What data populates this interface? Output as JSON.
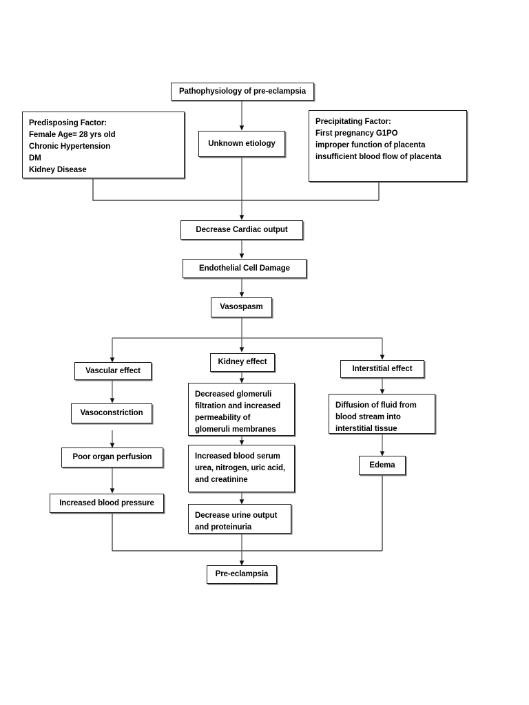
{
  "diagram": {
    "title": "Pathophysiology of pre-eclampsia",
    "type": "flowchart",
    "orientation": "top-to-bottom",
    "style": {
      "background": "#ffffff",
      "box_border": "#1a1a1a",
      "box_fill": "#ffffff",
      "connector": "#555555",
      "text": "#000000"
    }
  },
  "nodes": {
    "title_box": {
      "label": "Pathophysiology of pre-eclampsia"
    },
    "predisposing": {
      "label": "Predisposing Factor:\nFemale Age= 28 yrs old\nChronic Hypertension\nDM\nKidney Disease"
    },
    "precipitating": {
      "label": "Precipitating Factor:\nFirst pregnancy G1PO\nimproper function of placenta\ninsufficient blood flow of placenta"
    },
    "unknown_etiology": {
      "label": "Unknown etiology"
    },
    "decrease_cardiac_output": {
      "label": "Decrease Cardiac output"
    },
    "endothelial_cell_damage": {
      "label": "Endothelial Cell Damage"
    },
    "vasospasm": {
      "label": "Vasospasm"
    },
    "vascular_effect": {
      "label": "Vascular effect"
    },
    "vasoconstriction": {
      "label": "Vasoconstriction"
    },
    "poor_organ_perfusion": {
      "label": "Poor organ perfusion"
    },
    "increased_blood_pressure": {
      "label": "Increased blood pressure"
    },
    "kidney_effect": {
      "label": "Kidney effect"
    },
    "decreased_glomeruli": {
      "label": "Decreased glomeruli\nfiltration and increased\npermeability of\nglomeruli membranes"
    },
    "increased_blood_serum": {
      "label": "Increased blood serum\nurea, nitrogen, uric acid,\nand creatinine"
    },
    "decrease_urine_output": {
      "label": "Decrease urine output\nand proteinuria"
    },
    "interstitial_effect": {
      "label": "Interstitial effect"
    },
    "diffusion_of_fluid": {
      "label": "Diffusion of fluid from\nblood stream into\ninterstitial tissue"
    },
    "edema": {
      "label": "Edema"
    },
    "pre_eclampsia": {
      "label": "Pre-eclampsia"
    }
  },
  "edges": [
    {
      "from": "title_box",
      "to": "unknown_etiology",
      "arrow": true
    },
    {
      "from": "unknown_etiology",
      "to": "decrease_cardiac_output",
      "arrow": true
    },
    {
      "from": "predisposing",
      "to": "decrease_cardiac_output",
      "arrow": false
    },
    {
      "from": "precipitating",
      "to": "decrease_cardiac_output",
      "arrow": false
    },
    {
      "from": "decrease_cardiac_output",
      "to": "endothelial_cell_damage",
      "arrow": true
    },
    {
      "from": "endothelial_cell_damage",
      "to": "vasospasm",
      "arrow": true
    },
    {
      "from": "vasospasm",
      "to": "vascular_effect",
      "arrow": true
    },
    {
      "from": "vasospasm",
      "to": "kidney_effect",
      "arrow": true
    },
    {
      "from": "vasospasm",
      "to": "interstitial_effect",
      "arrow": true
    },
    {
      "from": "vascular_effect",
      "to": "vasoconstriction",
      "arrow": true
    },
    {
      "from": "vasoconstriction",
      "to": "poor_organ_perfusion",
      "arrow": true
    },
    {
      "from": "poor_organ_perfusion",
      "to": "increased_blood_pressure",
      "arrow": true
    },
    {
      "from": "kidney_effect",
      "to": "decreased_glomeruli",
      "arrow": true
    },
    {
      "from": "decreased_glomeruli",
      "to": "increased_blood_serum",
      "arrow": true
    },
    {
      "from": "increased_blood_serum",
      "to": "decrease_urine_output",
      "arrow": true
    },
    {
      "from": "interstitial_effect",
      "to": "diffusion_of_fluid",
      "arrow": true
    },
    {
      "from": "diffusion_of_fluid",
      "to": "edema",
      "arrow": true
    },
    {
      "from": "increased_blood_pressure",
      "to": "pre_eclampsia",
      "arrow": false
    },
    {
      "from": "decrease_urine_output",
      "to": "pre_eclampsia",
      "arrow": true
    },
    {
      "from": "edema",
      "to": "pre_eclampsia",
      "arrow": false
    }
  ]
}
